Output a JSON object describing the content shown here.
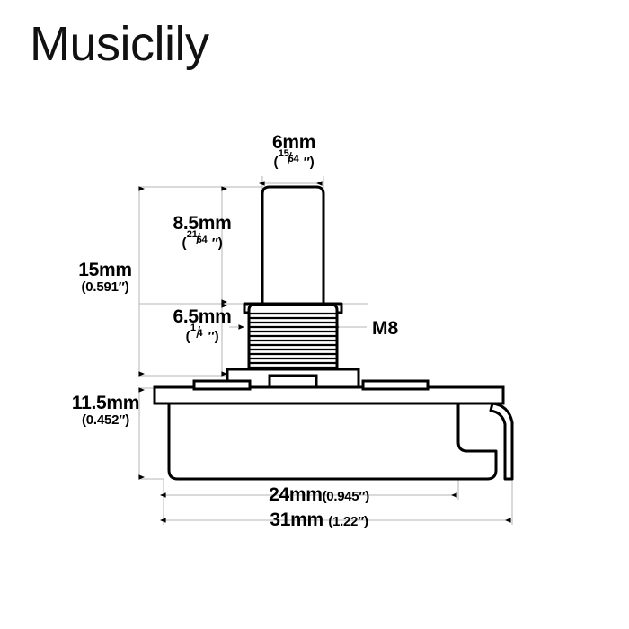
{
  "brand": {
    "name": "Musiclily"
  },
  "drawing": {
    "title": "Potentiometer dimension drawing",
    "colors": {
      "outline": "#000000",
      "dimension_line": "#b5b5b5",
      "arrow": "#000000",
      "background": "#ffffff",
      "text": "#000000"
    },
    "callouts": {
      "thread": "M8"
    }
  },
  "dimensions": {
    "shaft_width": {
      "metric": "6mm",
      "inch_numerator": "15",
      "inch_denominator": "64",
      "inch_mark": "″"
    },
    "shaft_height": {
      "metric": "8.5mm",
      "inch_numerator": "21",
      "inch_denominator": "64",
      "inch_mark": "″"
    },
    "bushing_height": {
      "metric": "6.5mm",
      "inch_numerator": "1",
      "inch_denominator": "4",
      "inch_mark": "″"
    },
    "total_height": {
      "metric": "15mm",
      "inch": "(0.591″)"
    },
    "body_height": {
      "metric": "11.5mm",
      "inch": "(0.452″)"
    },
    "body_width": {
      "metric": "24mm",
      "inch": "(0.945″)"
    },
    "overall_width": {
      "metric": "31mm",
      "inch": "(1.22″)"
    }
  }
}
